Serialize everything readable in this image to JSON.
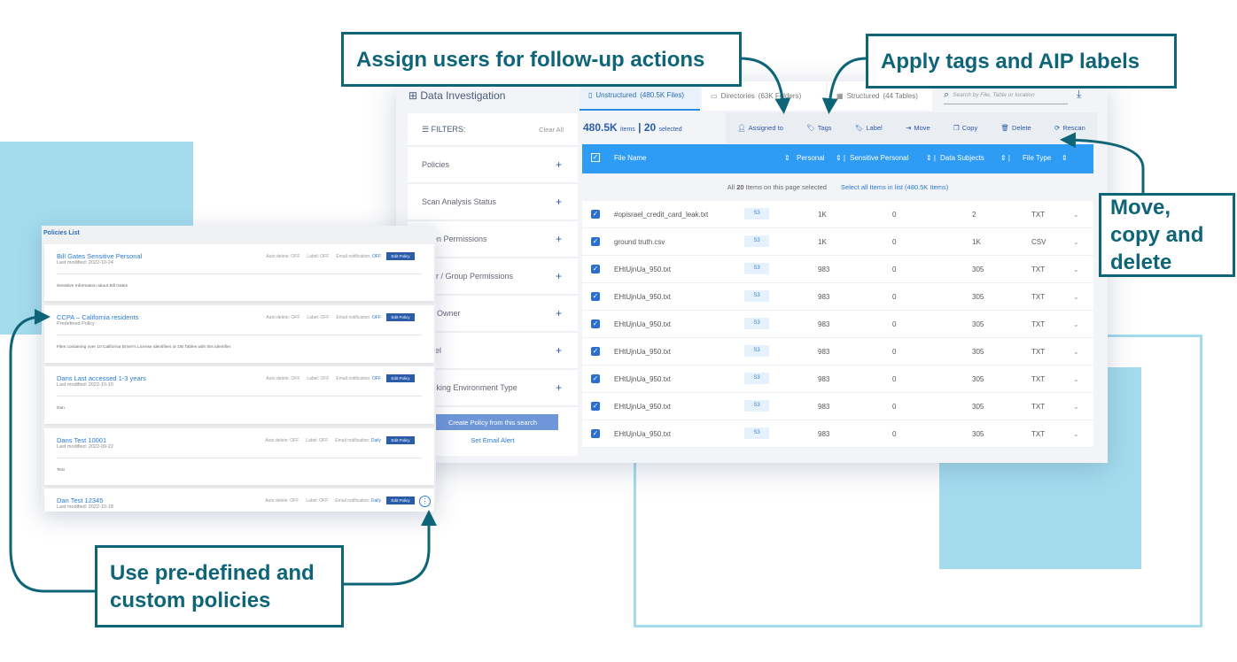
{
  "callouts": {
    "assign": "Assign users for follow-up actions",
    "tags": "Apply tags and AIP labels",
    "move": "Move, copy and delete",
    "policies": "Use pre-defined and custom policies"
  },
  "app": {
    "title": "Data Investigation",
    "tabs": [
      {
        "label": "Unstructured",
        "count": "(480.5K Files)"
      },
      {
        "label": "Directories",
        "count": "(63K Folders)"
      },
      {
        "label": "Structured",
        "count": "(44 Tables)"
      }
    ],
    "search_placeholder": "Search by File, Table or location",
    "filters": {
      "title": "FILTERS:",
      "clear": "Clear All",
      "items": [
        "Policies",
        "Scan Analysis Status",
        "Open Permissions",
        "User / Group Permissions",
        "File Owner",
        "Label",
        "Working Environment Type"
      ],
      "create_button": "Create Policy from this search",
      "email_alert": "Set Email Alert"
    },
    "count": {
      "items": "480.5K",
      "items_label": "items",
      "selected": "20",
      "selected_label": "selected"
    },
    "toolbar": [
      "Assigned to",
      "Tags",
      "Label",
      "Move",
      "Copy",
      "Delete",
      "Rescan"
    ],
    "columns": [
      "File Name",
      "Personal",
      "Sensitive Personal",
      "Data Subjects",
      "File Type"
    ],
    "selection": {
      "text_pre": "All",
      "num": "20",
      "text_post": "Items on this page selected",
      "link": "Select all Items in list (480.5K Items)"
    },
    "rows": [
      {
        "name": "#opisrael_credit_card_leak.txt",
        "source": "S3",
        "personal": "1K",
        "sensitive": "0",
        "subjects": "2",
        "type": "TXT"
      },
      {
        "name": "ground truth.csv",
        "source": "S3",
        "personal": "1K",
        "sensitive": "0",
        "subjects": "1K",
        "type": "CSV"
      },
      {
        "name": "EHtUjnUa_950.txt",
        "source": "S3",
        "personal": "983",
        "sensitive": "0",
        "subjects": "305",
        "type": "TXT"
      },
      {
        "name": "EHtUjnUa_950.txt",
        "source": "S3",
        "personal": "983",
        "sensitive": "0",
        "subjects": "305",
        "type": "TXT"
      },
      {
        "name": "EHtUjnUa_950.txt",
        "source": "S3",
        "personal": "983",
        "sensitive": "0",
        "subjects": "305",
        "type": "TXT"
      },
      {
        "name": "EHtUjnUa_950.txt",
        "source": "S3",
        "personal": "983",
        "sensitive": "0",
        "subjects": "305",
        "type": "TXT"
      },
      {
        "name": "EHtUjnUa_950.txt",
        "source": "S3",
        "personal": "983",
        "sensitive": "0",
        "subjects": "305",
        "type": "TXT"
      },
      {
        "name": "EHtUjnUa_950.txt",
        "source": "S3",
        "personal": "983",
        "sensitive": "0",
        "subjects": "305",
        "type": "TXT"
      },
      {
        "name": "EHtUjnUa_950.txt",
        "source": "S3",
        "personal": "983",
        "sensitive": "0",
        "subjects": "305",
        "type": "TXT"
      }
    ]
  },
  "policies": {
    "title": "Policies List",
    "edit": "Edit Policy",
    "items": [
      {
        "name": "Bill Gates Sensitive Personal",
        "date": "Last modified: 2022-10-24",
        "auto": "Auto delete: OFF",
        "label": "Label: OFF",
        "email": "Email notification:",
        "email_val": "OFF",
        "desc": "Sensitive Information about Bill Gates"
      },
      {
        "name": "CCPA – California residents",
        "date": "Predefined Policy",
        "auto": "Auto delete: OFF",
        "label": "Label: OFF",
        "email": "Email notification:",
        "email_val": "OFF",
        "desc": "Files containing over 10 California Driver's License identifiers or DB Tables with this identifier."
      },
      {
        "name": "Dans Last accessed 1-3 years",
        "date": "Last modified: 2022-10-10",
        "auto": "Auto delete: OFF",
        "label": "Label: OFF",
        "email": "Email notification:",
        "email_val": "OFF",
        "desc": "Dan"
      },
      {
        "name": "Dans Test 10001",
        "date": "Last modified: 2022-09-22",
        "auto": "Auto delete: OFF",
        "label": "Label: OFF",
        "email": "Email notification:",
        "email_val": "Daily",
        "desc": "Test"
      },
      {
        "name": "Dan Test 12345",
        "date": "Last modified: 2022-10-18",
        "auto": "Auto delete: OFF",
        "label": "Label: OFF",
        "email": "Email notification:",
        "email_val": "Daily",
        "desc": ""
      }
    ]
  }
}
